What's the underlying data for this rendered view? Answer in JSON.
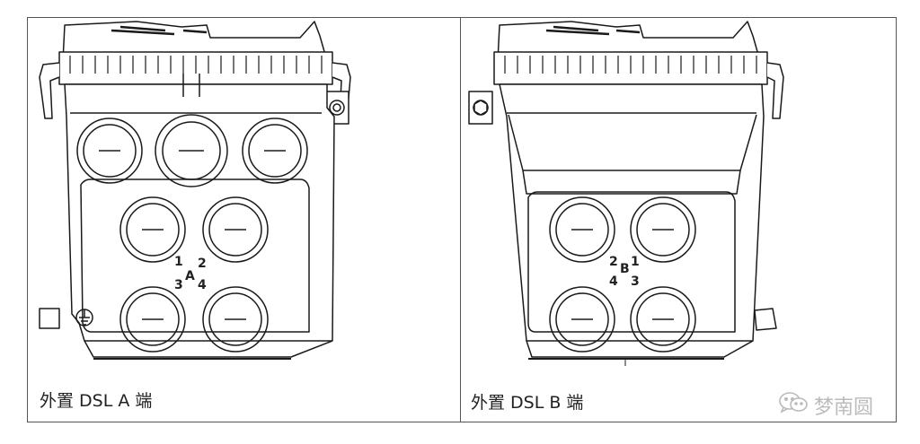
{
  "captions": {
    "panel_a": "外置 DSL A 端",
    "panel_b": "外置 DSL B 端"
  },
  "panel_a": {
    "port_letter": "A",
    "pins": {
      "top_left": "1",
      "top_right": "2",
      "bottom_left": "3",
      "bottom_right": "4"
    }
  },
  "panel_b": {
    "port_letter": "B",
    "pins": {
      "top_left": "2",
      "top_right": "1",
      "bottom_left": "4",
      "bottom_right": "3"
    }
  },
  "watermark": {
    "text": "梦南圆",
    "icon": "wechat-icon"
  },
  "colors": {
    "line": "#1a1a1a",
    "light": "#7a7a7a",
    "watermark": "#bbbbbb"
  }
}
